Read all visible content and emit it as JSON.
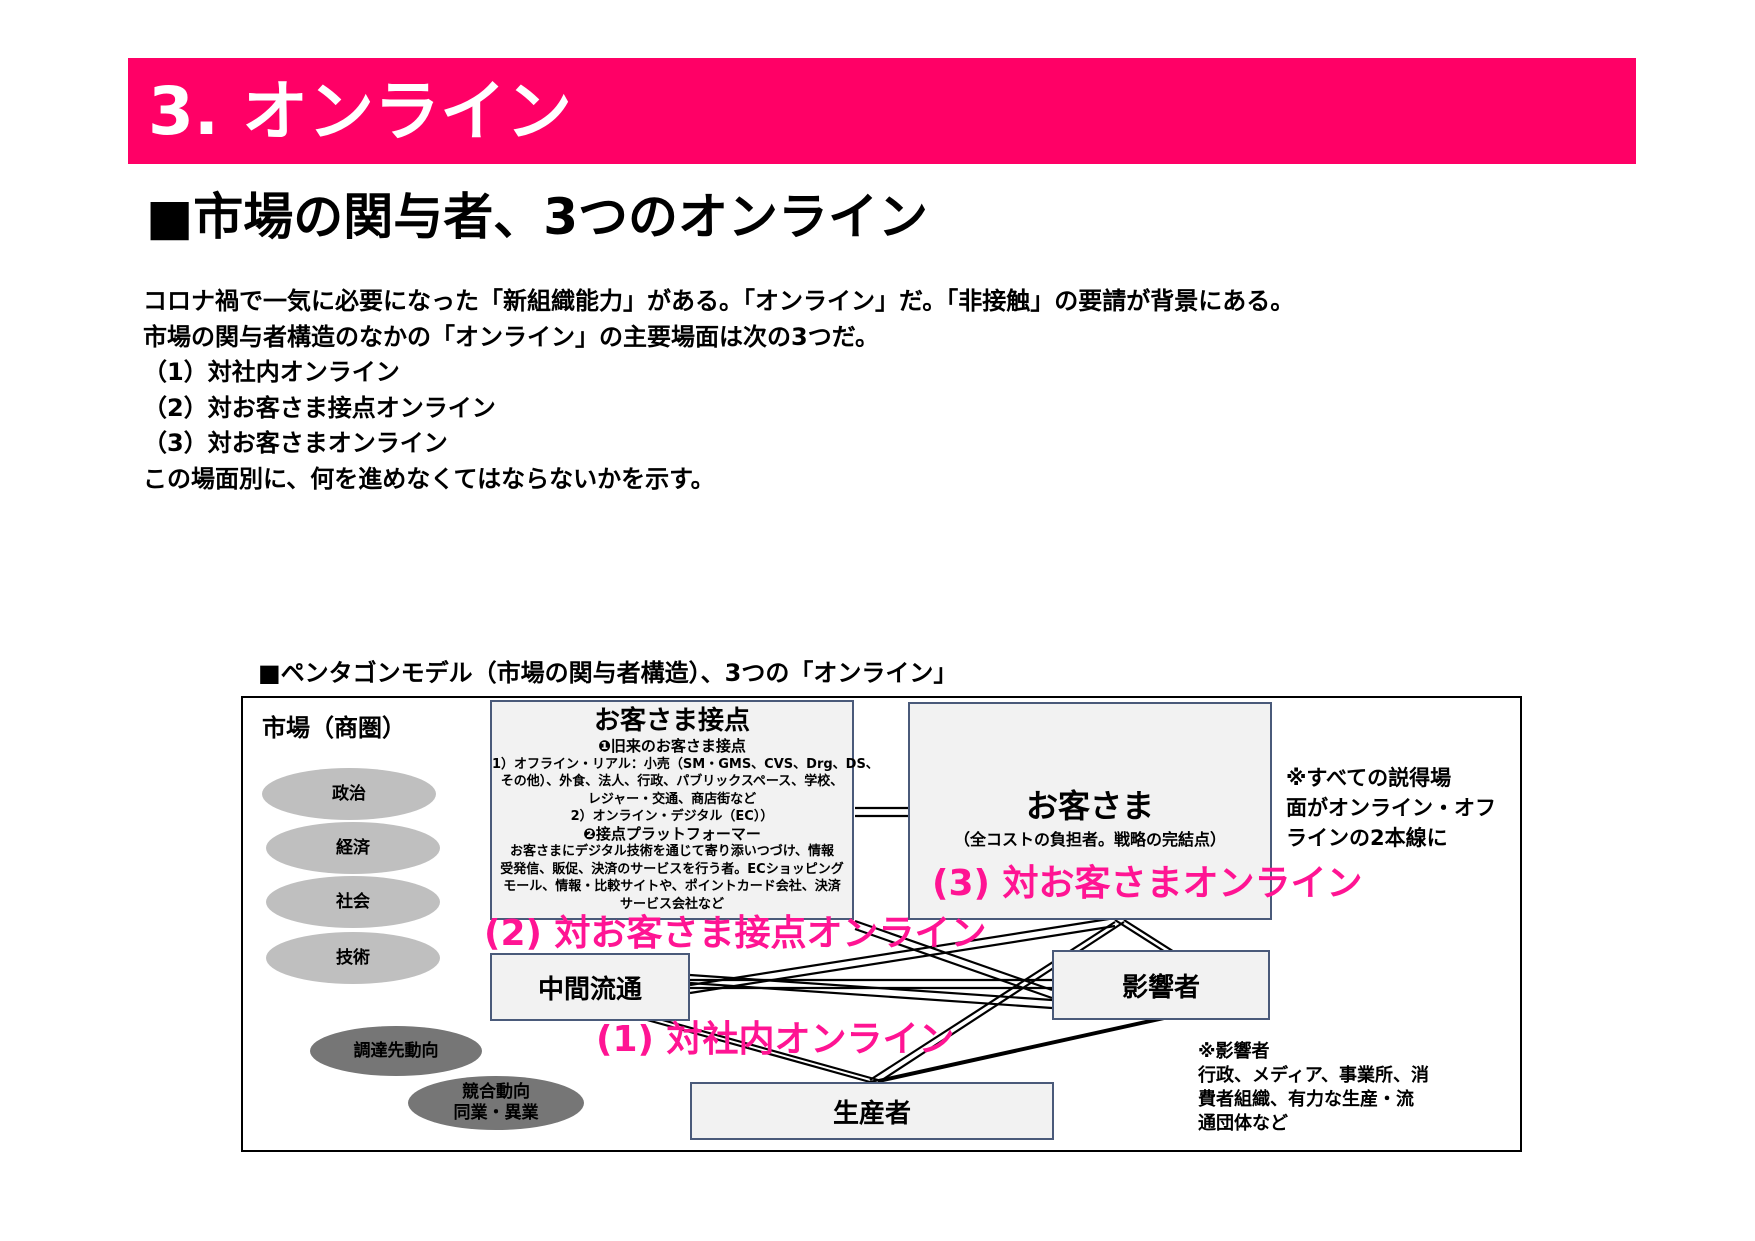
{
  "banner": {
    "title": "3. オンライン",
    "color": "#ff0066"
  },
  "section": {
    "heading": "■市場の関与者、3つのオンライン"
  },
  "intro": {
    "lines": [
      "コロナ禍で一気に必要になった「新組織能力」がある。「オンライン」だ。「非接触」の要請が背景にある。",
      "市場の関与者構造のなかの「オンライン」の主要場面は次の3つだ。",
      "（1）対社内オンライン",
      "（2）対お客さま接点オンライン",
      "（3）対お客さまオンライン",
      "この場面別に、何を進めなくてはならないかを示す。"
    ]
  },
  "diagram": {
    "title": "■ペンタゴンモデル（市場の関与者構造）、3つの「オンライン」",
    "market_label": "市場（商圏）",
    "environment": [
      "政治",
      "経済",
      "社会",
      "技術"
    ],
    "trends": [
      "調達先動向",
      "競合動向",
      "同業・異業"
    ],
    "touchpoint": {
      "title": "お客さま接点",
      "lines": [
        "❶旧来のお客さま接点",
        "1）オフライン・リアル：小売（SM・GMS、CVS、Drg、DS、",
        "その他）、外食、法人、行政、パブリックスペース、学校、",
        "レジャー・交通、商店街など",
        "2）オンライン・デジタル（EC））",
        "❷接点プラットフォーマー",
        "お客さまにデジタル技術を通じて寄り添いつづけ、情報",
        "受発信、販促、決済のサービスを行う者。ECショッピング",
        "モール、情報・比較サイトや、ポイントカード会社、決済",
        "サービス会社など"
      ]
    },
    "customer": {
      "title": "お客さま",
      "subtitle": "（全コストの負担者。戦略の完結点）"
    },
    "intermediary": "中間流通",
    "influencer": "影響者",
    "producer": "生産者",
    "online_labels": [
      "(1) 対社内オンライン",
      "(2) 対お客さま接点オンライン",
      "(3) 対お客さまオンライン"
    ],
    "note_right": [
      "※すべての説得場",
      "面がオンライン・オフ",
      "ラインの2本線に"
    ],
    "note_influencer": [
      "※影響者",
      "行政、メディア、事業所、消",
      "費者組織、有力な生産・流",
      "通団体など"
    ]
  },
  "colors": {
    "accent": "#ff0066",
    "online_label": "#ff1493",
    "box_fill": "#f2f2f2",
    "box_border": "#4a5a7a"
  }
}
